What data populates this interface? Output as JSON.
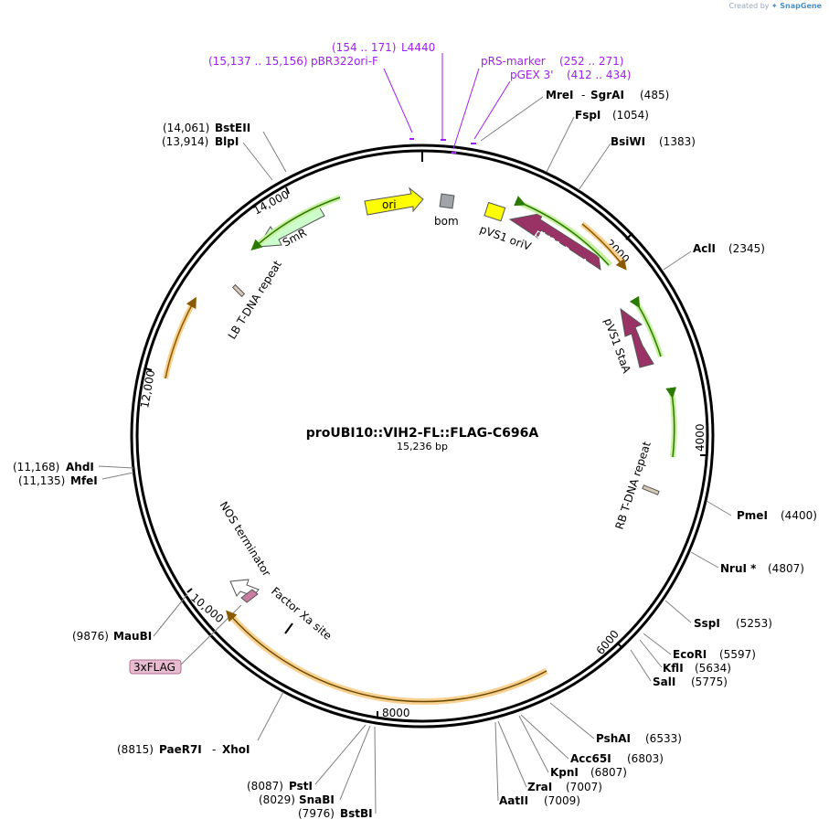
{
  "watermark": {
    "prefix": "Created by",
    "brand": "SnapGene"
  },
  "plasmid": {
    "name": "proUBI10::VIH2-FL::FLAG-C696A",
    "length": "15,236 bp"
  },
  "ticks": [
    "2000",
    "4000",
    "6000",
    "8000",
    "10,000",
    "12,000",
    "14,000"
  ],
  "primers": [
    {
      "name": "L4440",
      "range": "(154 .. 171)"
    },
    {
      "name": "pBR322ori-F",
      "range": "(15,137 .. 15,156)"
    },
    {
      "name": "pRS-marker",
      "range": "(252 .. 271)"
    },
    {
      "name": "pGEX 3'",
      "range": "(412 .. 434)"
    }
  ],
  "enzymes": [
    {
      "name": "MreI",
      "name2": "SgrAI",
      "pos": "(485)"
    },
    {
      "name": "FspI",
      "pos": "(1054)"
    },
    {
      "name": "BsiWI",
      "pos": "(1383)"
    },
    {
      "name": "AclI",
      "pos": "(2345)"
    },
    {
      "name": "PmeI",
      "pos": "(4400)"
    },
    {
      "name": "NruI *",
      "pos": "(4807)"
    },
    {
      "name": "SspI",
      "pos": "(5253)"
    },
    {
      "name": "EcoRI",
      "pos": "(5597)"
    },
    {
      "name": "KflI",
      "pos": "(5634)"
    },
    {
      "name": "SalI",
      "pos": "(5775)"
    },
    {
      "name": "PshAI",
      "pos": "(6533)"
    },
    {
      "name": "Acc65I",
      "pos": "(6803)"
    },
    {
      "name": "KpnI",
      "pos": "(6807)"
    },
    {
      "name": "ZraI",
      "pos": "(7007)"
    },
    {
      "name": "AatII",
      "pos": "(7009)"
    },
    {
      "name": "BstBI",
      "pos": "(7976)"
    },
    {
      "name": "SnaBI",
      "pos": "(8029)"
    },
    {
      "name": "PstI",
      "pos": "(8087)"
    },
    {
      "name": "PaeR7I",
      "name2": "XhoI",
      "pos": "(8815)"
    },
    {
      "name": "MauBI",
      "pos": "(9876)"
    },
    {
      "name": "MfeI",
      "pos": "(11,135)"
    },
    {
      "name": "AhdI",
      "pos": "(11,168)"
    },
    {
      "name": "BlpI",
      "pos": "(13,914)"
    },
    {
      "name": "BstEII",
      "pos": "(14,061)"
    }
  ],
  "features": [
    {
      "name": "ori",
      "color": "#ffff00"
    },
    {
      "name": "bom",
      "color": "#a0a4a8"
    },
    {
      "name": "pVS1 oriV",
      "color": "#ffff00"
    },
    {
      "name": "pVS1 RepA",
      "color": "#993366"
    },
    {
      "name": "pVS1 StaA",
      "color": "#993366"
    },
    {
      "name": "SmR",
      "color": "#ccffcc"
    },
    {
      "name": "LB T-DNA repeat",
      "color": "#d8c8b8"
    },
    {
      "name": "RB T-DNA repeat",
      "color": "#d8c8b8"
    },
    {
      "name": "NOS terminator",
      "color": "#ffffff"
    },
    {
      "name": "Factor Xa site",
      "color": "#000000"
    },
    {
      "name": "3xFLAG",
      "color": "#e8bcd0"
    }
  ]
}
